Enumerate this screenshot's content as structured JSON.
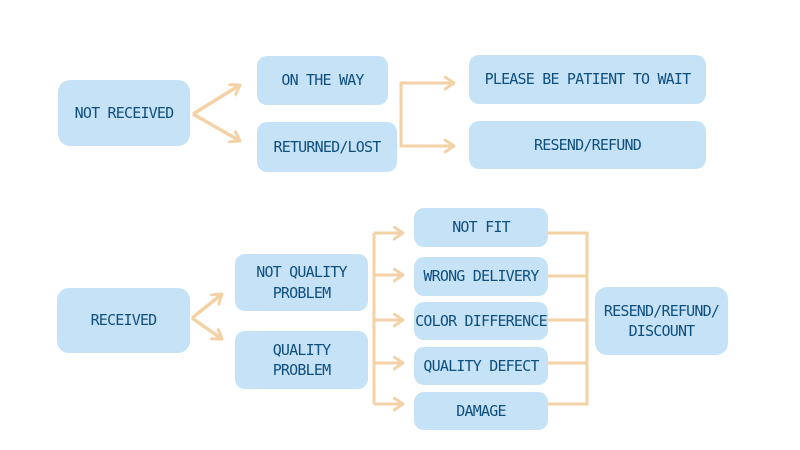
{
  "diagram": {
    "type": "flowchart",
    "background_color": "#ffffff",
    "node_fill_color": "#c6e2f7",
    "node_text_color": "#0f4f7e",
    "connector_color": "#f2d2a6",
    "top_flow": {
      "root": "NOT RECEIVED",
      "branches": {
        "on_the_way": "ON THE WAY",
        "returned_lost": "RETURNED/LOST"
      },
      "outcomes": {
        "patient": "PLEASE BE PATIENT TO WAIT",
        "resend_refund": "RESEND/REFUND"
      }
    },
    "bottom_flow": {
      "root": "RECEIVED",
      "branches": {
        "not_quality": {
          "line1": "NOT QUALITY",
          "line2": "PROBLEM"
        },
        "quality": {
          "line1": "QUALITY",
          "line2": "PROBLEM"
        }
      },
      "cases": [
        "NOT FIT",
        "WRONG DELIVERY",
        "COLOR DIFFERENCE",
        "QUALITY DEFECT",
        "DAMAGE"
      ],
      "outcome": {
        "line1": "RESEND/REFUND/",
        "line2": "DISCOUNT"
      }
    }
  }
}
